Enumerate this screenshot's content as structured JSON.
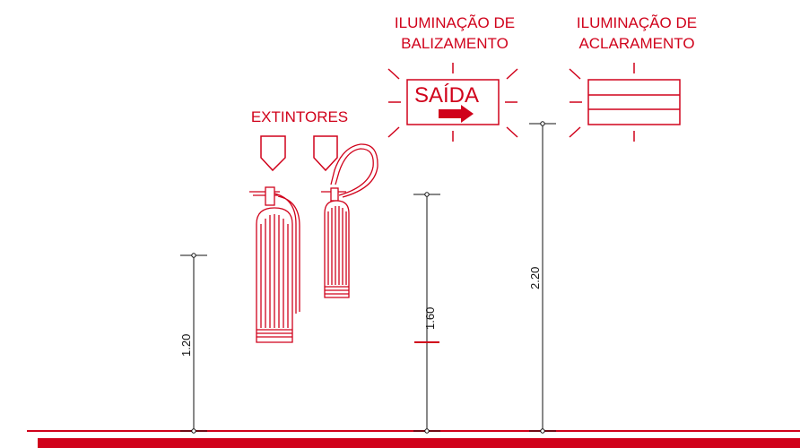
{
  "labels": {
    "balizamento": [
      "ILUMINAÇÃO DE",
      "BALIZAMENTO"
    ],
    "aclaramento": [
      "ILUMINAÇÃO DE",
      "ACLARAMENTO"
    ],
    "extintores": "EXTINTORES",
    "saida": "SAÍDA"
  },
  "dimensions": {
    "extintor": "1.20",
    "balizamento": "1.60",
    "aclaramento": "2.20"
  },
  "colors": {
    "accent": "#d0021b",
    "line": "#111111"
  }
}
